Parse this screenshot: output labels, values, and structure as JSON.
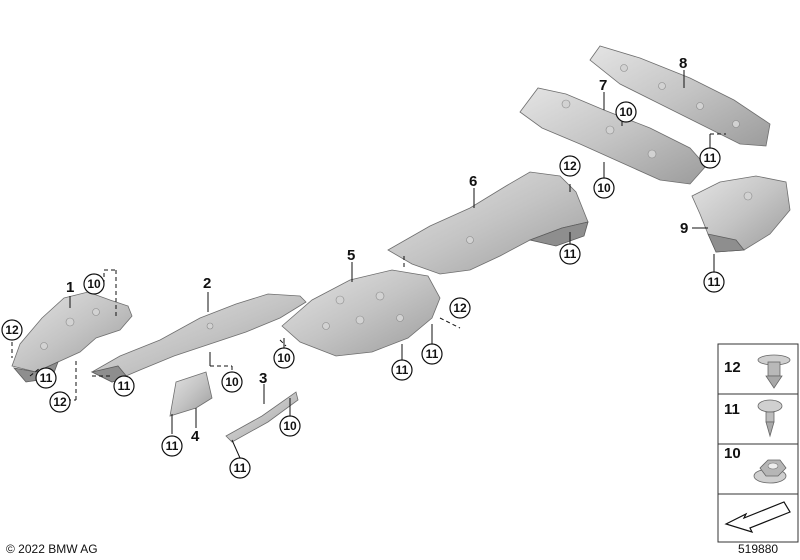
{
  "part_labels": {
    "p1": "1",
    "p2": "2",
    "p3": "3",
    "p4": "4",
    "p5": "5",
    "p6": "6",
    "p7": "7",
    "p8": "8",
    "p9": "9"
  },
  "callouts": {
    "c10": "10",
    "c11": "11",
    "c12": "12"
  },
  "legend": {
    "row12": "12",
    "row11": "11",
    "row10": "10"
  },
  "footer": {
    "copyright": "© 2022 BMW AG",
    "image_id": "519880"
  },
  "colors": {
    "metal_light": "#d9d9d9",
    "metal_dark": "#9a9a9a",
    "outline": "#111111"
  }
}
